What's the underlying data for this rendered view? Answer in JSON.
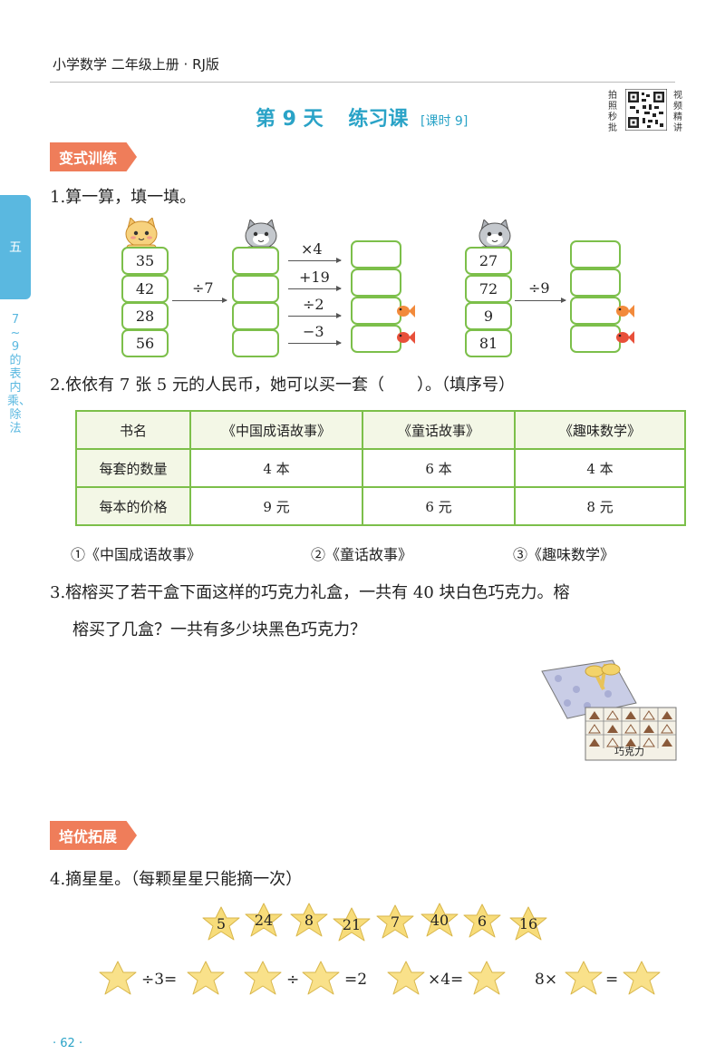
{
  "header": {
    "book_title": "小学数学 二年级上册 · RJ版"
  },
  "lesson": {
    "day": "第 9 天",
    "title": "练习课",
    "period": "[课时 9]"
  },
  "qr": {
    "left_text": "拍照秒批",
    "right_text": "视频精讲"
  },
  "side": {
    "unit": "五",
    "topic": "7~9的表内乘、除法"
  },
  "sections": {
    "variant": "变式训练",
    "advanced": "培优拓展"
  },
  "q1": {
    "text": "1.算一算，填一填。",
    "groupA": {
      "inputs": [
        "35",
        "42",
        "28",
        "56"
      ],
      "operator": "÷7",
      "next_ops": [
        "×4",
        "+19",
        "÷2",
        "−3"
      ]
    },
    "groupB": {
      "inputs": [
        "27",
        "72",
        "9",
        "81"
      ],
      "operator": "÷9"
    }
  },
  "q2": {
    "text": "2.依依有 7 张 5 元的人民币，她可以买一套（　　）。（填序号）",
    "table": {
      "header": [
        "书名",
        "《中国成语故事》",
        "《童话故事》",
        "《趣味数学》"
      ],
      "rows": [
        [
          "每套的数量",
          "4 本",
          "6 本",
          "4 本"
        ],
        [
          "每本的价格",
          "9 元",
          "6 元",
          "8 元"
        ]
      ]
    },
    "options": [
      "①《中国成语故事》",
      "②《童话故事》",
      "③《趣味数学》"
    ]
  },
  "q3": {
    "line1": "3.榕榕买了若干盒下面这样的巧克力礼盒，一共有 40 块白色巧克力。榕",
    "line2": "榕买了几盒？一共有多少块黑色巧克力？",
    "box_label": "巧克力"
  },
  "q4": {
    "text": "4.摘星星。（每颗星星只能摘一次）",
    "stars": [
      "5",
      "24",
      "8",
      "21",
      "7",
      "40",
      "6",
      "16"
    ],
    "eq_ops": [
      "÷3=",
      "÷",
      "=2",
      "×4=",
      "8×",
      "="
    ]
  },
  "page": {
    "number": "62"
  },
  "colors": {
    "accent": "#2aa3c7",
    "green": "#7cbf4a",
    "tag": "#ef7d5a",
    "star": "#f7dc7a"
  }
}
